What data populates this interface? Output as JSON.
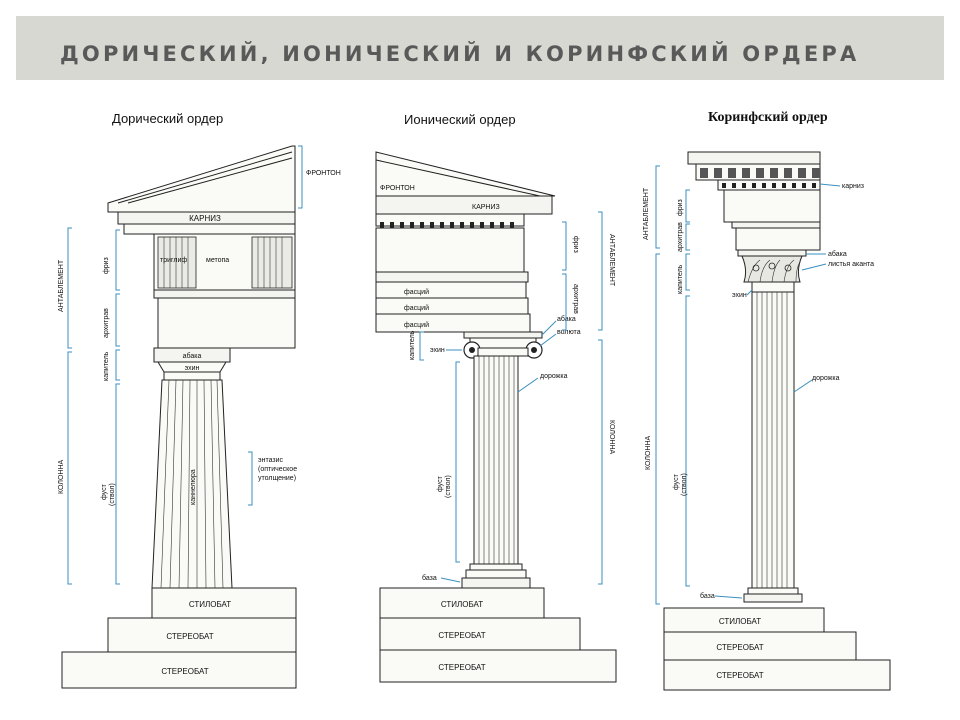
{
  "title": "ДОРИЧЕСКИЙ, ИОНИЧЕСКИЙ И КОРИНФСКИЙ ОРДЕРА",
  "doric": {
    "heading": "Дорический ордер",
    "fronton": "ФРОНТОН",
    "karniz": "КАРНИЗ",
    "triglif": "триглиф",
    "metopa": "метопа",
    "abaka": "абака",
    "ekhin": "эхин",
    "kannelyura": "каннелюра",
    "entasis": "энтазис (оптическое утолщение)",
    "stilobat": "СТИЛОБАТ",
    "stereobat1": "СТЕРЕОБАТ",
    "stereobat2": "СТЕРЕОБАТ",
    "side_antablement": "АНТАБЛЕМЕНТ",
    "side_friz": "фриз",
    "side_arkhitrav": "архитрав",
    "side_kapitel": "капитель",
    "side_kolonna": "КОЛОННА",
    "side_fust": "фуст (ствол)"
  },
  "ionic": {
    "heading": "Ионический ордер",
    "fronton": "ФРОНТОН",
    "karniz": "КАРНИЗ",
    "fasciy1": "фасций",
    "fasciy2": "фасций",
    "fasciy3": "фасций",
    "abaka": "абака",
    "voluta": "волюта",
    "dorozhka": "дорожка",
    "baza": "база",
    "stilobat": "СТИЛОБАТ",
    "stereobat1": "СТЕРЕОБАТ",
    "stereobat2": "СТЕРЕОБАТ",
    "side_kapitel": "капитель",
    "side_ekhin": "эхин",
    "side_fust": "фуст (ствол)",
    "right_friz": "фриз",
    "right_arkhitrav": "архитрав",
    "right_antablement": "АНТАБЛЕМЕНТ",
    "right_kolonna": "КОЛОННА"
  },
  "corinthian": {
    "heading": "Коринфский ордер",
    "karniz": "карниз",
    "abaka": "абака",
    "listya": "листья аканта",
    "ekhin": "эхин",
    "dorozhka": "дорожка",
    "baza": "база",
    "stilobat": "СТИЛОБАТ",
    "stereobat1": "СТЕРЕОБАТ",
    "stereobat2": "СТЕРЕОБАТ",
    "side_antablement": "АНТАБЛЕМЕНТ",
    "side_friz": "фриз",
    "side_arkhitrav": "архитрав",
    "side_kapitel": "капитель",
    "side_kolonna": "КОЛОННА",
    "side_fust": "фуст (ствол)"
  },
  "colors": {
    "banner": "#d8d8d2",
    "title_text": "#595959",
    "dimension_lines": "#3a8fbf"
  }
}
